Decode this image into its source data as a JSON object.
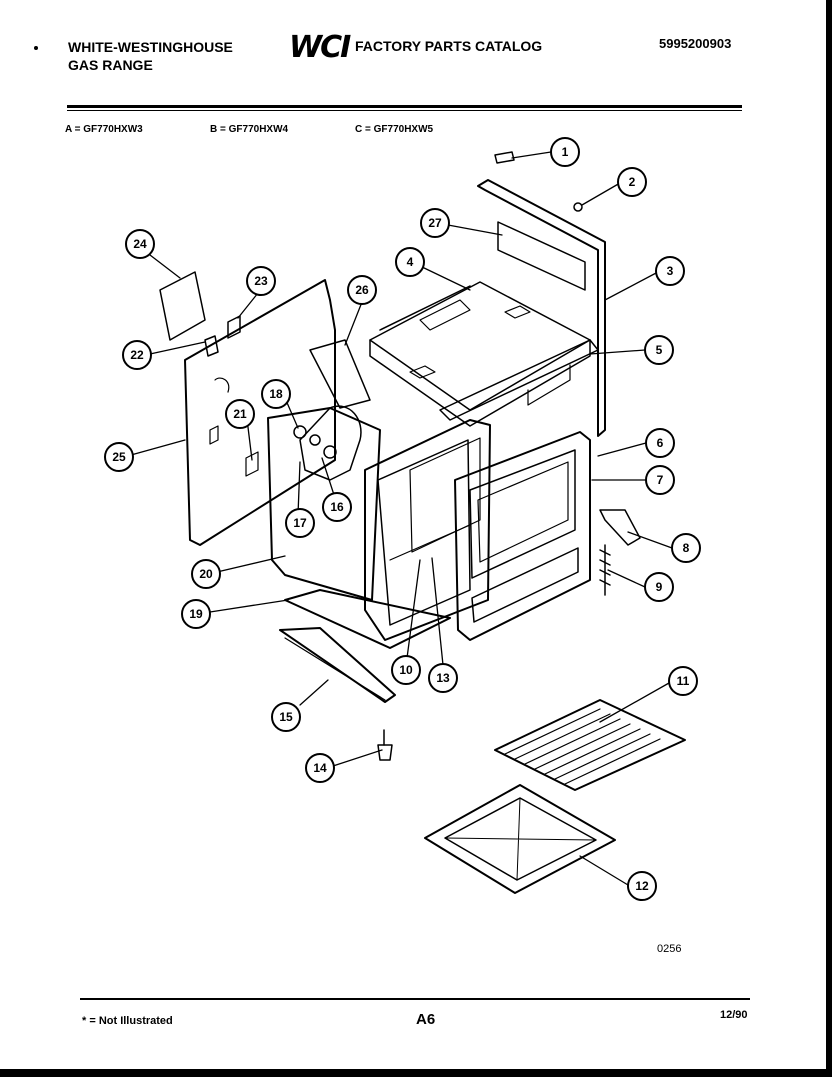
{
  "header": {
    "brand_line1": "WHITE-WESTINGHOUSE",
    "brand_line2": "GAS RANGE",
    "logo_text": "WCI",
    "catalog_title": "FACTORY PARTS CATALOG",
    "catalog_number": "5995200903"
  },
  "models": [
    {
      "label": "A = GF770HXW3"
    },
    {
      "label": "B = GF770HXW4"
    },
    {
      "label": "C = GF770HXW5"
    }
  ],
  "callouts": [
    "1",
    "2",
    "3",
    "4",
    "5",
    "6",
    "7",
    "8",
    "9",
    "10",
    "11",
    "12",
    "13",
    "14",
    "15",
    "16",
    "17",
    "18",
    "19",
    "20",
    "21",
    "22",
    "23",
    "24",
    "25",
    "26",
    "27"
  ],
  "drawing_code": "0256",
  "footer": {
    "footnote": "* = Not Illustrated",
    "page_number": "A6",
    "date": "12/90"
  }
}
